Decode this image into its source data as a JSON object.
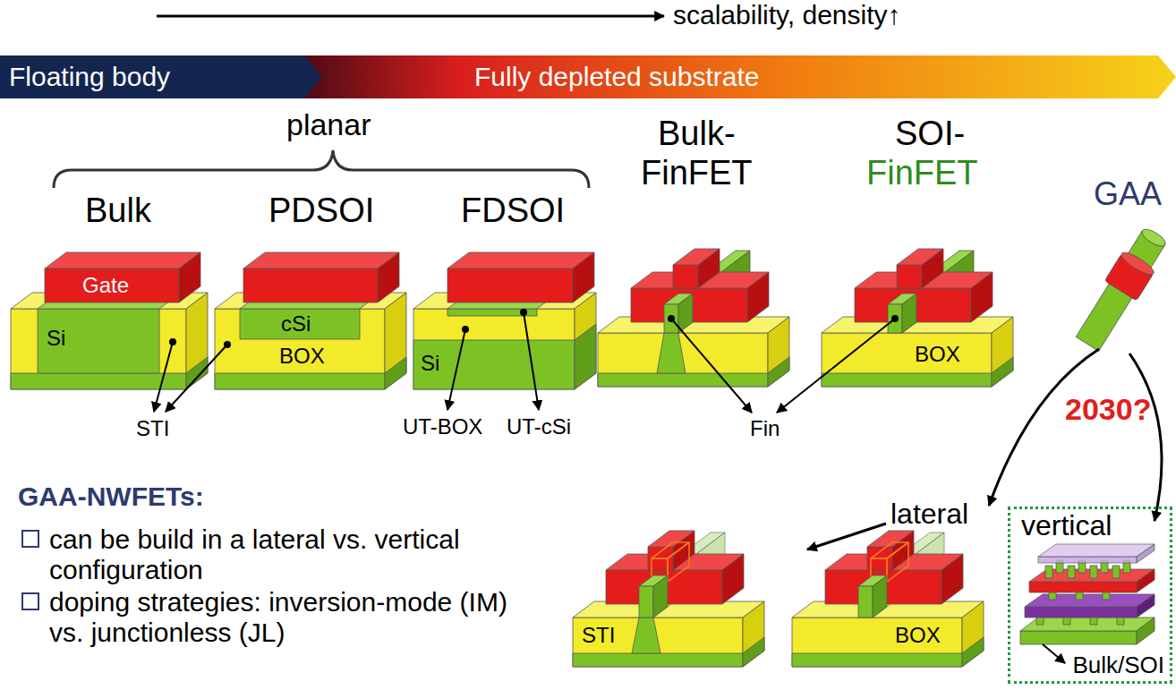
{
  "diagram": {
    "nodes": [
      {
        "text": [
          "Floating body"
        ]
      },
      {
        "text": [
          "Fully depleted substrate"
        ]
      },
      {
        "text": [
          "vertical",
          "Bulk/SOI"
        ]
      }
    ],
    "labels": [
      "scalability, density↑",
      "planar",
      "Bulk",
      "PDSOI",
      "FDSOI",
      "Bulk-",
      "FinFET",
      "SOI-",
      "FinFET",
      "GAA",
      "Gate",
      "Si",
      "cSi",
      "BOX",
      "Si",
      "BOX",
      "STI",
      "UT-BOX",
      "UT-cSi",
      "Fin",
      "2030?",
      "lateral",
      "GAA-NWFETs:",
      "can be build in a lateral vs. vertical configuration",
      "doping strategies: inversion-mode (IM) vs. junctionless (JL)",
      "STI",
      "BOX"
    ]
  }
}
